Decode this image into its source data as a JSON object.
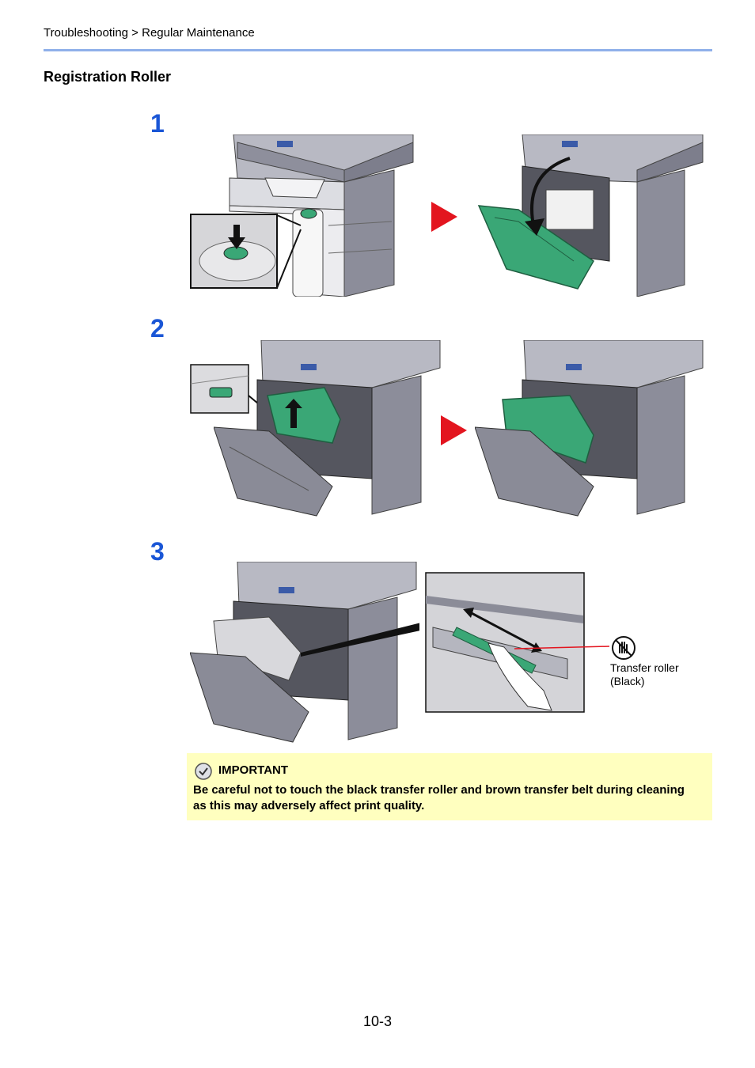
{
  "header": {
    "breadcrumb": "Troubleshooting > Regular Maintenance"
  },
  "section": {
    "title": "Registration Roller"
  },
  "steps": [
    {
      "number": "1"
    },
    {
      "number": "2"
    },
    {
      "number": "3"
    }
  ],
  "callout": {
    "label_line1": "Transfer roller",
    "label_line2": "(Black)"
  },
  "important": {
    "title": "IMPORTANT",
    "text": "Be careful not to touch the black transfer roller and brown transfer belt during cleaning as this may adversely affect print quality."
  },
  "colors": {
    "step_number": "#1a56d6",
    "arrow": "#e3151f",
    "highlight_green": "#3aa776",
    "important_bg": "#ffffbf",
    "rule": "#8fb0ea"
  },
  "footer": {
    "page_number": "10-3"
  }
}
